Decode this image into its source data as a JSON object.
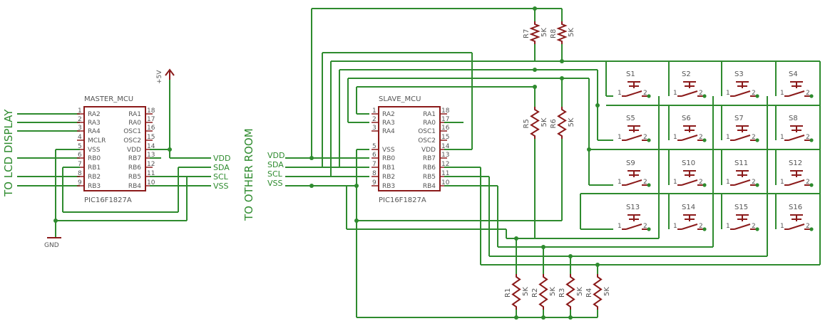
{
  "labels": {
    "lcd_display": "TO LCD DISPLAY",
    "other_room": "TO OTHER ROOM",
    "plus5v": "+5V",
    "gnd": "GND"
  },
  "master": {
    "name": "MASTER_MCU",
    "part": "PIC16F1827A",
    "left_pins": [
      "RA2",
      "RA3",
      "RA4",
      "MCLR",
      "VSS",
      "RB0",
      "RB1",
      "RB2",
      "RB3"
    ],
    "left_nums": [
      "1",
      "2",
      "3",
      "4",
      "5",
      "6",
      "7",
      "8",
      "9"
    ],
    "right_pins": [
      "RA1",
      "RA0",
      "OSC1",
      "OSC2",
      "VDD",
      "RB7",
      "RB6",
      "RB5",
      "RB4"
    ],
    "right_nums": [
      "18",
      "17",
      "16",
      "15",
      "14",
      "13",
      "12",
      "11",
      "10"
    ]
  },
  "slave": {
    "name": "SLAVE_MCU",
    "part": "PIC16F1827A",
    "left_pins": [
      "RA2",
      "RA3",
      "RA4",
      "VSS",
      "RB0",
      "RB1",
      "RB2",
      "RB3"
    ],
    "left_nums": [
      "1",
      "2",
      "3",
      "5",
      "6",
      "7",
      "8",
      "9"
    ],
    "right_pins": [
      "RA1",
      "RA0",
      "OSC1",
      "OSC2",
      "VDD",
      "RB7",
      "RB6",
      "RB5",
      "RB4"
    ],
    "right_nums": [
      "18",
      "17",
      "16",
      "15",
      "14",
      "13",
      "12",
      "11",
      "10"
    ]
  },
  "nets_master": [
    "VDD",
    "SDA",
    "SCL",
    "VSS"
  ],
  "nets_slave": [
    "VDD",
    "SDA",
    "SCL",
    "VSS"
  ],
  "resistors": [
    {
      "name": "R7",
      "value": "5K"
    },
    {
      "name": "R8",
      "value": "5K"
    },
    {
      "name": "R5",
      "value": "5K"
    },
    {
      "name": "R6",
      "value": "5K"
    },
    {
      "name": "R1",
      "value": "5K"
    },
    {
      "name": "R2",
      "value": "5K"
    },
    {
      "name": "R3",
      "value": "5K"
    },
    {
      "name": "R4",
      "value": "5K"
    }
  ],
  "switches": [
    {
      "name": "S1",
      "pin1": "1",
      "pin2": "2"
    },
    {
      "name": "S2",
      "pin1": "1",
      "pin2": "2"
    },
    {
      "name": "S3",
      "pin1": "1",
      "pin2": "2"
    },
    {
      "name": "S4",
      "pin1": "1",
      "pin2": "2"
    },
    {
      "name": "S5",
      "pin1": "1",
      "pin2": "2"
    },
    {
      "name": "S6",
      "pin1": "1",
      "pin2": "2"
    },
    {
      "name": "S7",
      "pin1": "1",
      "pin2": "2"
    },
    {
      "name": "S8",
      "pin1": "1",
      "pin2": "2"
    },
    {
      "name": "S9",
      "pin1": "1",
      "pin2": "2"
    },
    {
      "name": "S10",
      "pin1": "1",
      "pin2": "2"
    },
    {
      "name": "S11",
      "pin1": "1",
      "pin2": "2"
    },
    {
      "name": "S12",
      "pin1": "1",
      "pin2": "2"
    },
    {
      "name": "S13",
      "pin1": "1",
      "pin2": "2"
    },
    {
      "name": "S14",
      "pin1": "1",
      "pin2": "2"
    },
    {
      "name": "S15",
      "pin1": "1",
      "pin2": "2"
    },
    {
      "name": "S16",
      "pin1": "1",
      "pin2": "2"
    }
  ]
}
